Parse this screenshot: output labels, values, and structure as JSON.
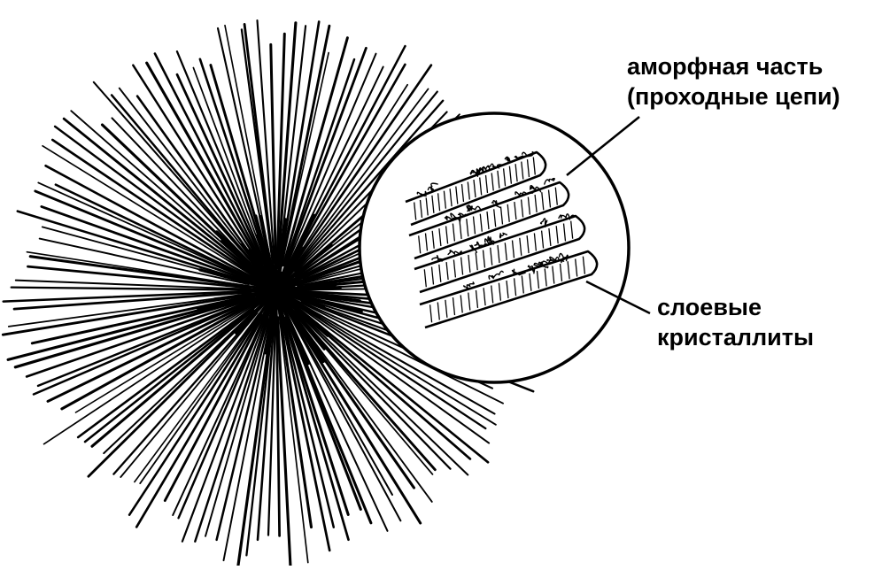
{
  "labels": {
    "amorphous_line1": "аморфная часть",
    "amorphous_line2": "(проходные цепи)",
    "crystallites_line1": "слоевые",
    "crystallites_line2": "кристаллиты"
  },
  "colors": {
    "ink": "#000000",
    "background": "#ffffff"
  }
}
